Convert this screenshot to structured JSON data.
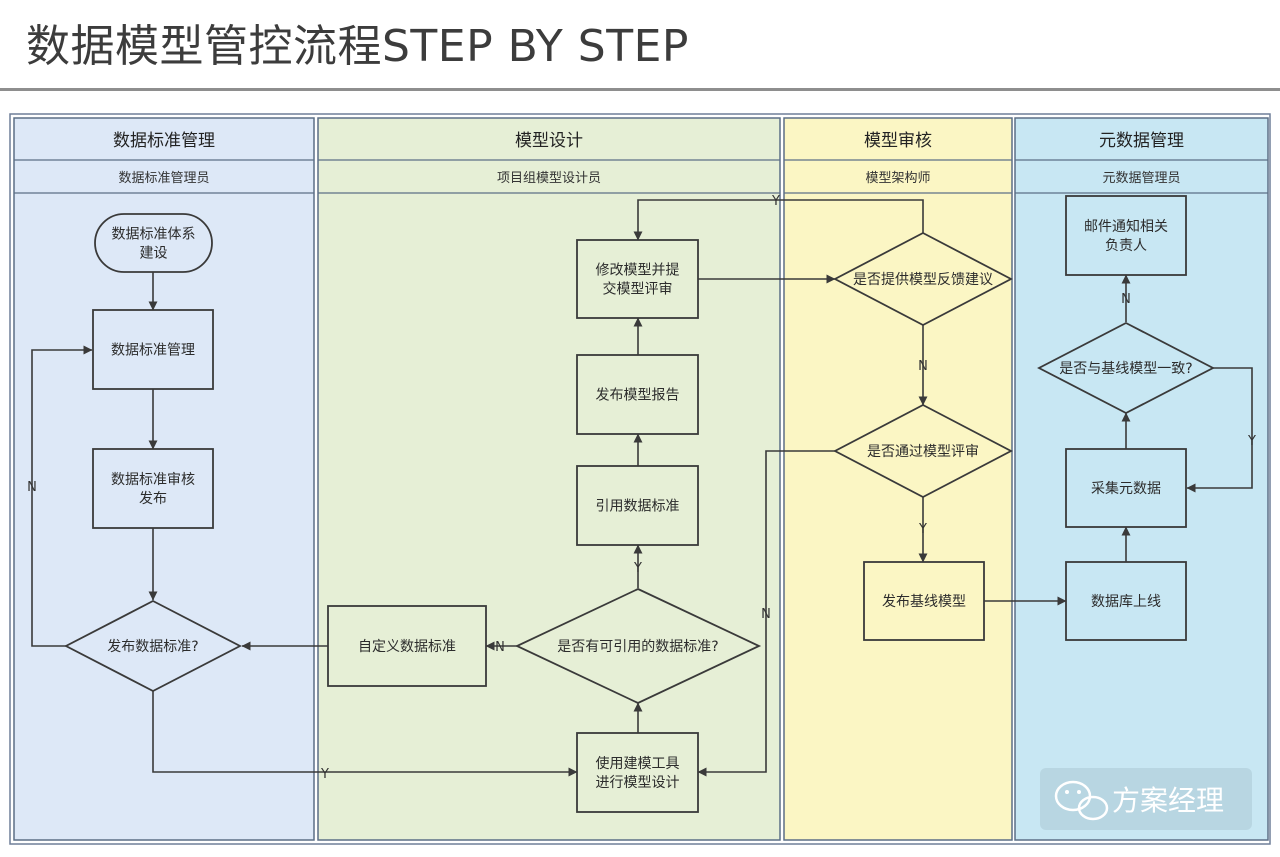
{
  "title": "数据模型管控流程STEP BY STEP",
  "lanes": [
    {
      "title": "数据标准管理",
      "role": "数据标准管理员",
      "color": "#dde8f7"
    },
    {
      "title": "模型设计",
      "role": "项目组模型设计员",
      "color": "#e6efd6"
    },
    {
      "title": "模型审核",
      "role": "模型架构师",
      "color": "#fbf6c4"
    },
    {
      "title": "元数据管理",
      "role": "元数据管理员",
      "color": "#c8e7f3"
    }
  ],
  "nodes": {
    "std_system": {
      "lines": [
        "数据标准体系",
        "建设"
      ]
    },
    "std_manage": {
      "lines": [
        "数据标准管理"
      ]
    },
    "std_review": {
      "lines": [
        "数据标准审核",
        "发布"
      ]
    },
    "std_publish_q": {
      "lines": [
        "发布数据标准?"
      ]
    },
    "custom_std": {
      "lines": [
        "自定义数据标准"
      ]
    },
    "has_ref_q": {
      "lines": [
        "是否有可引用的数据标准?"
      ]
    },
    "use_tool": {
      "lines": [
        "使用建模工具",
        "进行模型设计"
      ]
    },
    "ref_std": {
      "lines": [
        "引用数据标准"
      ]
    },
    "pub_report": {
      "lines": [
        "发布模型报告"
      ]
    },
    "modify_model": {
      "lines": [
        "修改模型并提",
        "交模型评审"
      ]
    },
    "feedback_q": {
      "lines": [
        "是否提供模型反馈建议"
      ]
    },
    "pass_review_q": {
      "lines": [
        "是否通过模型评审"
      ]
    },
    "pub_baseline": {
      "lines": [
        "发布基线模型"
      ]
    },
    "db_online": {
      "lines": [
        "数据库上线"
      ]
    },
    "collect_meta": {
      "lines": [
        "采集元数据"
      ]
    },
    "baseline_q": {
      "lines": [
        "是否与基线模型一致?"
      ]
    },
    "notify": {
      "lines": [
        "邮件通知相关",
        "负责人"
      ]
    }
  },
  "edge_labels": {
    "yes": "Y",
    "no": "N"
  },
  "watermark": {
    "text": "方案经理",
    "icon": "wechat-icon"
  }
}
